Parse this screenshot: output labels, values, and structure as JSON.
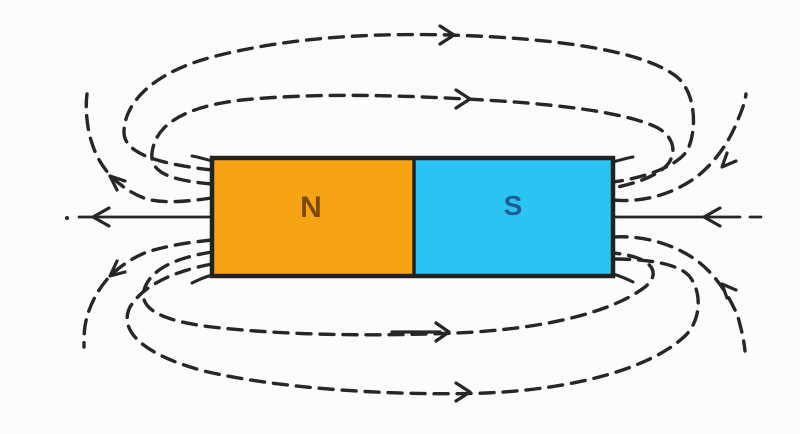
{
  "magnet": {
    "north_pole": {
      "label": "N",
      "fill": "#f7a414",
      "label_color": "#7c4a08"
    },
    "south_pole": {
      "label": "S",
      "fill": "#2bc4f2",
      "label_color": "#1e5d94"
    },
    "border_color": "#222222"
  },
  "field_lines": {
    "color": "#272727",
    "style": "dashed",
    "top_loops": 2,
    "bottom_loops": 2,
    "partial_side_loops": 4,
    "arrows": [
      {
        "id": "top-outer",
        "direction": "right"
      },
      {
        "id": "top-inner",
        "direction": "right"
      },
      {
        "id": "bottom-inner",
        "direction": "right"
      },
      {
        "id": "bottom-outer",
        "direction": "right"
      },
      {
        "id": "left-axis",
        "direction": "left"
      },
      {
        "id": "right-axis",
        "direction": "left"
      },
      {
        "id": "upper-left",
        "direction": "up-left"
      },
      {
        "id": "lower-left",
        "direction": "down-left"
      },
      {
        "id": "upper-right",
        "direction": "down-left"
      },
      {
        "id": "lower-right",
        "direction": "up-left"
      }
    ]
  },
  "background": "#fcfcfc"
}
